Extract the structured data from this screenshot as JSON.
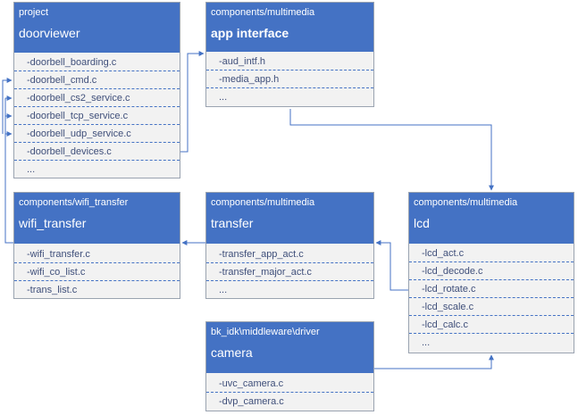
{
  "modules": {
    "doorviewer": {
      "path": "project",
      "title": "doorviewer",
      "files": [
        "-doorbell_boarding.c",
        "-doorbell_cmd.c",
        "-doorbell_cs2_service.c",
        "-doorbell_tcp_service.c",
        "-doorbell_udp_service.c",
        "-doorbell_devices.c",
        "..."
      ]
    },
    "app_interface": {
      "path": "components/multimedia",
      "title": "app interface",
      "files": [
        "-aud_intf.h",
        "-media_app.h",
        "..."
      ]
    },
    "wifi_transfer": {
      "path": "components/wifi_transfer",
      "title": "wifi_transfer",
      "files": [
        "-wifi_transfer.c",
        "-wifi_co_list.c",
        "-trans_list.c"
      ]
    },
    "transfer": {
      "path": "components/multimedia",
      "title": "transfer",
      "files": [
        "-transfer_app_act.c",
        "-transfer_major_act.c",
        "..."
      ]
    },
    "lcd": {
      "path": "components/multimedia",
      "title": "lcd",
      "files": [
        "-lcd_act.c",
        "-lcd_decode.c",
        "-lcd_rotate.c",
        "-lcd_scale.c",
        "-lcd_calc.c",
        "..."
      ]
    },
    "camera": {
      "path": "bk_idk\\middleware\\driver",
      "title": "camera",
      "files": [
        "-uvc_camera.c",
        "-dvp_camera.c"
      ]
    }
  },
  "colors": {
    "header": "#4472c4",
    "body": "#f2f2f2",
    "connector": "#4472c4",
    "file_text": "#3f4f7a"
  }
}
